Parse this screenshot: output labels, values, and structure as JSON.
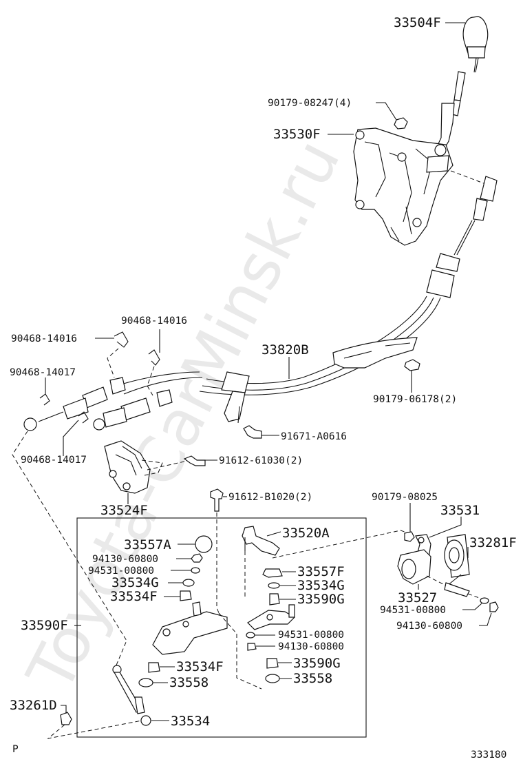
{
  "watermark": "Toyota-CarMinsk.ru",
  "corner_left": "P",
  "figure_number": "333180",
  "parts": {
    "p33504F": "33504F",
    "p90179_08247": "90179-08247(4)",
    "p33530F": "33530F",
    "p90468_14016_a": "90468-14016",
    "p90468_14016_b": "90468-14016",
    "p33820B": "33820B",
    "p90468_14017_a": "90468-14017",
    "p90179_06178": "90179-06178(2)",
    "p91671_A0616": "91671-A0616",
    "p90468_14017_b": "90468-14017",
    "p91612_61030": "91612-61030(2)",
    "p33524F": "33524F",
    "p91612_B1020": "91612-B1020(2)",
    "p90179_08025": "90179-08025",
    "p33531": "33531",
    "p33557A": "33557A",
    "p33520A": "33520A",
    "p33281F": "33281F",
    "p94130_60800_a": "94130-60800",
    "p94531_00800_a": "94531-00800",
    "p33557F": "33557F",
    "p33534G_a": "33534G",
    "p33534G_b": "33534G",
    "p33534F_a": "33534F",
    "p33590G_a": "33590G",
    "p33527": "33527",
    "p94531_00800_b": "94531-00800",
    "p94130_60800_b": "94130-60800",
    "p33590F": "33590F",
    "p94531_00800_c": "94531-00800",
    "p94130_60800_c": "94130-60800",
    "p33534F_b": "33534F",
    "p33590G_b": "33590G",
    "p33558_a": "33558",
    "p33558_b": "33558",
    "p33261D": "33261D",
    "p33534": "33534"
  }
}
